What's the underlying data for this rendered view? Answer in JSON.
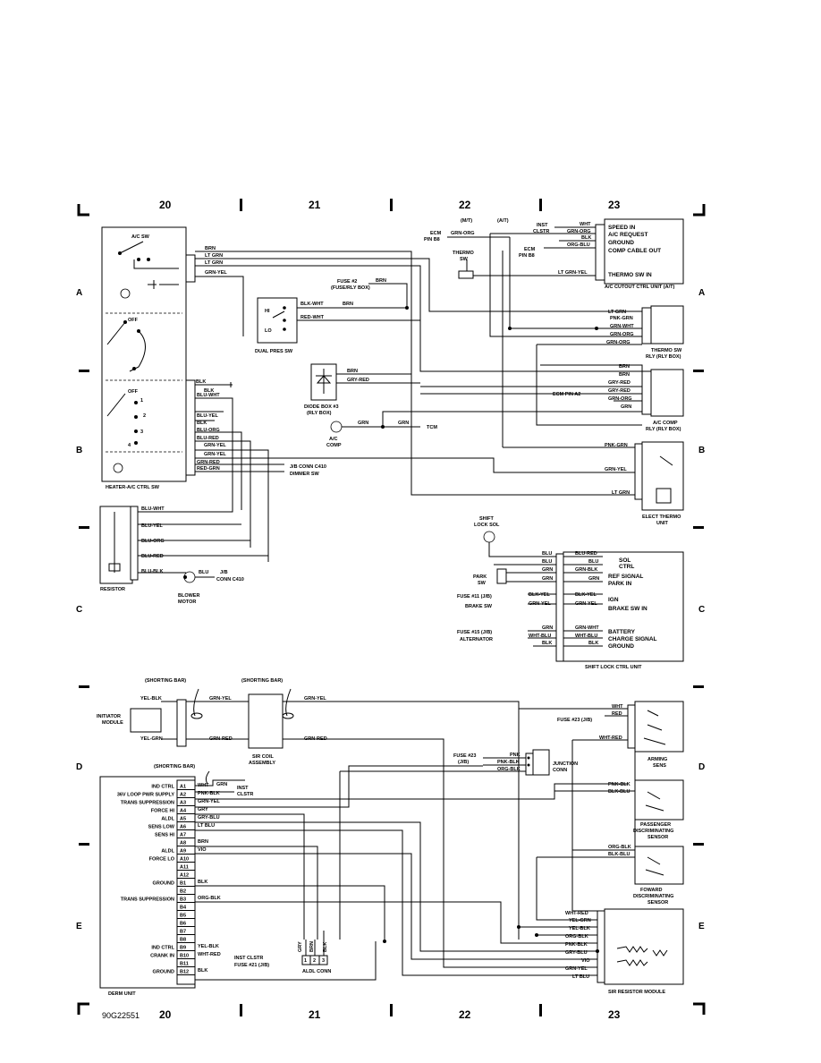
{
  "columns": [
    "20",
    "21",
    "22",
    "23"
  ],
  "rows": [
    "A",
    "B",
    "C",
    "D",
    "E"
  ],
  "footer_code": "90G22551",
  "components": {
    "ac_sw": "A/C SW",
    "off_1": "OFF",
    "off_2": "OFF",
    "sw_pos_1": "1",
    "sw_pos_2": "2",
    "sw_pos_3": "3",
    "sw_pos_4": "4",
    "heater_ctrl": "HEATER-A/C CTRL SW",
    "dual_pres_hi": "HI",
    "dual_pres_lo": "LO",
    "dual_pres": "DUAL PRES SW",
    "diode_box": "DIODE BOX #3",
    "rly_box": "(RLY BOX)",
    "ac_comp_1": "A/C",
    "ac_comp_2": "COMP",
    "tcm": "TCM",
    "mt": "(M/T)",
    "at": "(A/T)",
    "ecm_b8_1": "ECM",
    "ecm_b8_2": "PIN B8",
    "ecm_b8b_1": "ECM",
    "ecm_b8b_2": "PIN B8",
    "inst_clstr_1": "INST",
    "inst_clstr_2": "CLSTR",
    "thermo_sw_1": "THERMO",
    "thermo_sw_2": "SW",
    "fuse2_1": "FUSE #2",
    "fuse2_2": "(FUSE/RLY BOX)",
    "speed_in": "SPEED IN",
    "ac_request": "A/C REQUEST",
    "ground_a": "GROUND",
    "comp_cable": "COMP CABLE OUT",
    "thermo_sw_in": "THERMO SW IN",
    "cutout_unit": "A/C CUTOUT CTRL UNIT (A/T)",
    "thermo_rly_1": "THERMO SW",
    "thermo_rly_2": "RLY (RLY BOX)",
    "ecm_a2": "ECM PIN A2",
    "ac_comp_rly_1": "A/C COMP",
    "ac_comp_rly_2": "RLY (RLY BOX)",
    "jb_c410": "J/B CONN C410",
    "dimmer_sw": "DIMMER SW",
    "elect_thermo_1": "ELECT THERMO",
    "elect_thermo_2": "UNIT",
    "resistor": "RESISTOR",
    "blower_1": "BLOWER",
    "blower_2": "MOTOR",
    "jb_c410b_1": "J/B",
    "jb_c410b_2": "CONN C410",
    "shift_sol_1": "SHIFT",
    "shift_sol_2": "LOCK SOL",
    "park_sw_1": "PARK",
    "park_sw_2": "SW",
    "sol_ctrl_1": "SOL",
    "sol_ctrl_2": "CTRL",
    "ref_signal": "REF SIGNAL",
    "park_in": "PARK IN",
    "fuse11": "FUSE #11 (J/B)",
    "brake_sw": "BRAKE SW",
    "ign": "IGN",
    "brake_sw_in": "BRAKE SW IN",
    "fuse15": "FUSE #15 (J/B)",
    "alternator": "ALTERNATOR",
    "battery": "BATTERY",
    "charge_signal": "CHARGE SIGNAL",
    "ground_c": "GROUND",
    "shift_unit": "SHIFT LOCK CTRL UNIT",
    "shorting_bar_1": "(SHORTING BAR)",
    "shorting_bar_2": "(SHORTING BAR)",
    "shorting_bar_3": "(SHORTING BAR)",
    "initiator_1": "INITIATOR",
    "initiator_2": "MODULE",
    "sir_coil_1": "SIR COIL",
    "sir_coil_2": "ASSEMBLY",
    "fuse23_d": "FUSE #23 (J/B)",
    "arming_1": "ARMING",
    "arming_2": "SENS",
    "fuse23_j_1": "FUSE #23",
    "fuse23_j_2": "(J/B)",
    "junction_1": "JUNCTION",
    "junction_2": "CONN",
    "inst_clstr_e_1": "INST",
    "inst_clstr_e_2": "CLSTR",
    "pass_sensor_1": "PASSENGER",
    "pass_sensor_2": "DISCRIMINATING",
    "pass_sensor_3": "SENSOR",
    "fwd_sensor_1": "FOWARD",
    "fwd_sensor_2": "DISCRIMINATING",
    "fwd_sensor_3": "SENSOR",
    "derm_unit": "DERM UNIT",
    "aldl_conn": "ALDL CONN",
    "sir_resistor": "SIR RESISTOR MODULE",
    "inst_clstr_b9": "INST CLSTR",
    "fuse21": "FUSE #21 (J/B)"
  },
  "derm_pins": [
    {
      "label": "IND CTRL",
      "pin": "A1",
      "wire": "WHT"
    },
    {
      "label": "36V LOOP PWR SUPPLY",
      "pin": "A2",
      "wire": "PNK-BLK"
    },
    {
      "label": "TRANS SUPPRESSION",
      "pin": "A3",
      "wire": "GRN-YEL"
    },
    {
      "label": "FORCE HI",
      "pin": "A4",
      "wire": "GRY"
    },
    {
      "label": "ALDL",
      "pin": "A5",
      "wire": "GRY-BLU"
    },
    {
      "label": "SENS LOW",
      "pin": "A6",
      "wire": "LT BLU"
    },
    {
      "label": "SENS HI",
      "pin": "A7",
      "wire": ""
    },
    {
      "label": "",
      "pin": "A8",
      "wire": "BRN"
    },
    {
      "label": "ALDL",
      "pin": "A9",
      "wire": "VIO"
    },
    {
      "label": "FORCE LO",
      "pin": "A10",
      "wire": ""
    },
    {
      "label": "",
      "pin": "A11",
      "wire": ""
    },
    {
      "label": "",
      "pin": "A12",
      "wire": ""
    },
    {
      "label": "GROUND",
      "pin": "B1",
      "wire": "BLK"
    },
    {
      "label": "",
      "pin": "B2",
      "wire": ""
    },
    {
      "label": "TRANS SUPPRESSION",
      "pin": "B3",
      "wire": "ORG-BLK"
    },
    {
      "label": "",
      "pin": "B4",
      "wire": ""
    },
    {
      "label": "",
      "pin": "B5",
      "wire": ""
    },
    {
      "label": "",
      "pin": "B6",
      "wire": ""
    },
    {
      "label": "",
      "pin": "B7",
      "wire": ""
    },
    {
      "label": "",
      "pin": "B8",
      "wire": ""
    },
    {
      "label": "IND CTRL",
      "pin": "B9",
      "wire": "YEL-BLK"
    },
    {
      "label": "CRANK IN",
      "pin": "B10",
      "wire": "WHT-RED"
    },
    {
      "label": "",
      "pin": "B11",
      "wire": ""
    },
    {
      "label": "GROUND",
      "pin": "B12",
      "wire": "BLK"
    }
  ],
  "wires": {
    "w_brn_1": "BRN",
    "w_ltgrn_1": "LT GRN",
    "w_ltgrn_2": "LT GRN",
    "w_grnyel_1": "GRN-YEL",
    "w_blkwht": "BLK-WHT",
    "w_brn_2": "BRN",
    "w_redwht": "RED-WHT",
    "w_brn_fuse": "BRN",
    "w_grnorg_ecm": "GRN-ORG",
    "w_wht_inst": "WHT",
    "w_grnorg_sp": "GRN-ORG",
    "w_blk_gnd": "BLK",
    "w_orgblu": "ORG-BLU",
    "w_ltgrnyel": "LT GRN-YEL",
    "w_ltgrn_r1": "LT GRN",
    "w_pnkgrn_r": "PNK-GRN",
    "w_grnwht_r": "GRN-WHT",
    "w_grnorg_r3": "GRN-ORG",
    "w_grnorg_r4": "GRN-ORG",
    "w_brn_c1": "BRN",
    "w_brn_c2": "BRN",
    "w_gryred_c": "GRY-RED",
    "w_gryred_c2": "GRY-RED",
    "w_grnorg_c": "GRN-ORG",
    "w_grn_c": "GRN",
    "w_brn_d": "BRN",
    "w_gryred_d": "GRY-RED",
    "w_grn_comp1": "GRN",
    "w_grn_comp2": "GRN",
    "w_blk_h": "BLK",
    "w_blk_h2": "BLK",
    "w_bluwht": "BLU-WHT",
    "w_bluyel": "BLU-YEL",
    "w_blk_h3": "BLK",
    "w_bluorg": "BLU-ORG",
    "w_blured": "BLU-RED",
    "w_grnyel_h": "GRN-YEL",
    "w_grnyel_h2": "GRN-YEL",
    "w_grnred_h": "GRN-RED",
    "w_redgrn_h": "RED-GRN",
    "w_pnkgrn_e": "PNK-GRN",
    "w_grnyel_e": "GRN-YEL",
    "w_ltgrn_e": "LT GRN",
    "w_bluwht_r": "BLU-WHT",
    "w_bluyel_r": "BLU-YEL",
    "w_bluorg_r": "BLU-ORG",
    "w_blured_r": "BLU-RED",
    "w_blublk_r": "BLU-BLK",
    "w_blu_motor": "BLU",
    "w_blu_s1": "BLU",
    "w_blured_s": "BLU-RED",
    "w_blu_s2": "BLU",
    "w_blu_s3": "BLU",
    "w_grn_p1": "GRN",
    "w_grnblk_p": "GRN-BLK",
    "w_grn_p2": "GRN",
    "w_grn_p3": "GRN",
    "w_blkyel_1": "BLK-YEL",
    "w_blkyel_2": "BLK-YEL",
    "w_grnyel_s1": "GRN-YEL",
    "w_grnyel_s2": "GRN-YEL",
    "w_grn_b1": "GRN",
    "w_grnwht_b": "GRN-WHT",
    "w_whtblu_1": "WHT-BLU",
    "w_whtblu_2": "WHT-BLU",
    "w_blk_s1": "BLK",
    "w_blk_s2": "BLK",
    "w_yelblk_i": "YEL-BLK",
    "w_grnyel_i": "GRN-YEL",
    "w_grnyel_i2": "GRN-YEL",
    "w_yelgrn_i": "YEL-GRN",
    "w_grnred_i": "GRN-RED",
    "w_grnred_i2": "GRN-RED",
    "w_wht_arm": "WHT",
    "w_red_arm": "RED",
    "w_whtred_arm": "WHT-RED",
    "w_pnk_j": "PNK",
    "w_pnkblk_j": "PNK-BLK",
    "w_orgblk_j": "ORG-BLK",
    "w_grn_derm": "GRN",
    "w_pnkblk_ps": "PNK-BLK",
    "w_blkblu_ps": "BLK-BLU",
    "w_orgblk_fs": "ORG-BLK",
    "w_blkblu_fs": "BLK-BLU",
    "w_whtred_sr": "WHT-RED",
    "w_yelgrn_sr": "YEL-GRN",
    "w_yelblk_sr": "YEL-BLK",
    "w_orgblk_sr": "ORG-BLK",
    "w_pnkblk_sr": "PNK-BLK",
    "w_gryblu_sr": "GRY-BLU",
    "w_vio_sr": "VIO",
    "w_grnyel_sr": "GRN-YEL",
    "w_ltblu_sr": "LT BLU",
    "w_gry_aldl": "GRY",
    "w_brn_aldl": "BRN",
    "w_blk_aldl": "BLK"
  }
}
